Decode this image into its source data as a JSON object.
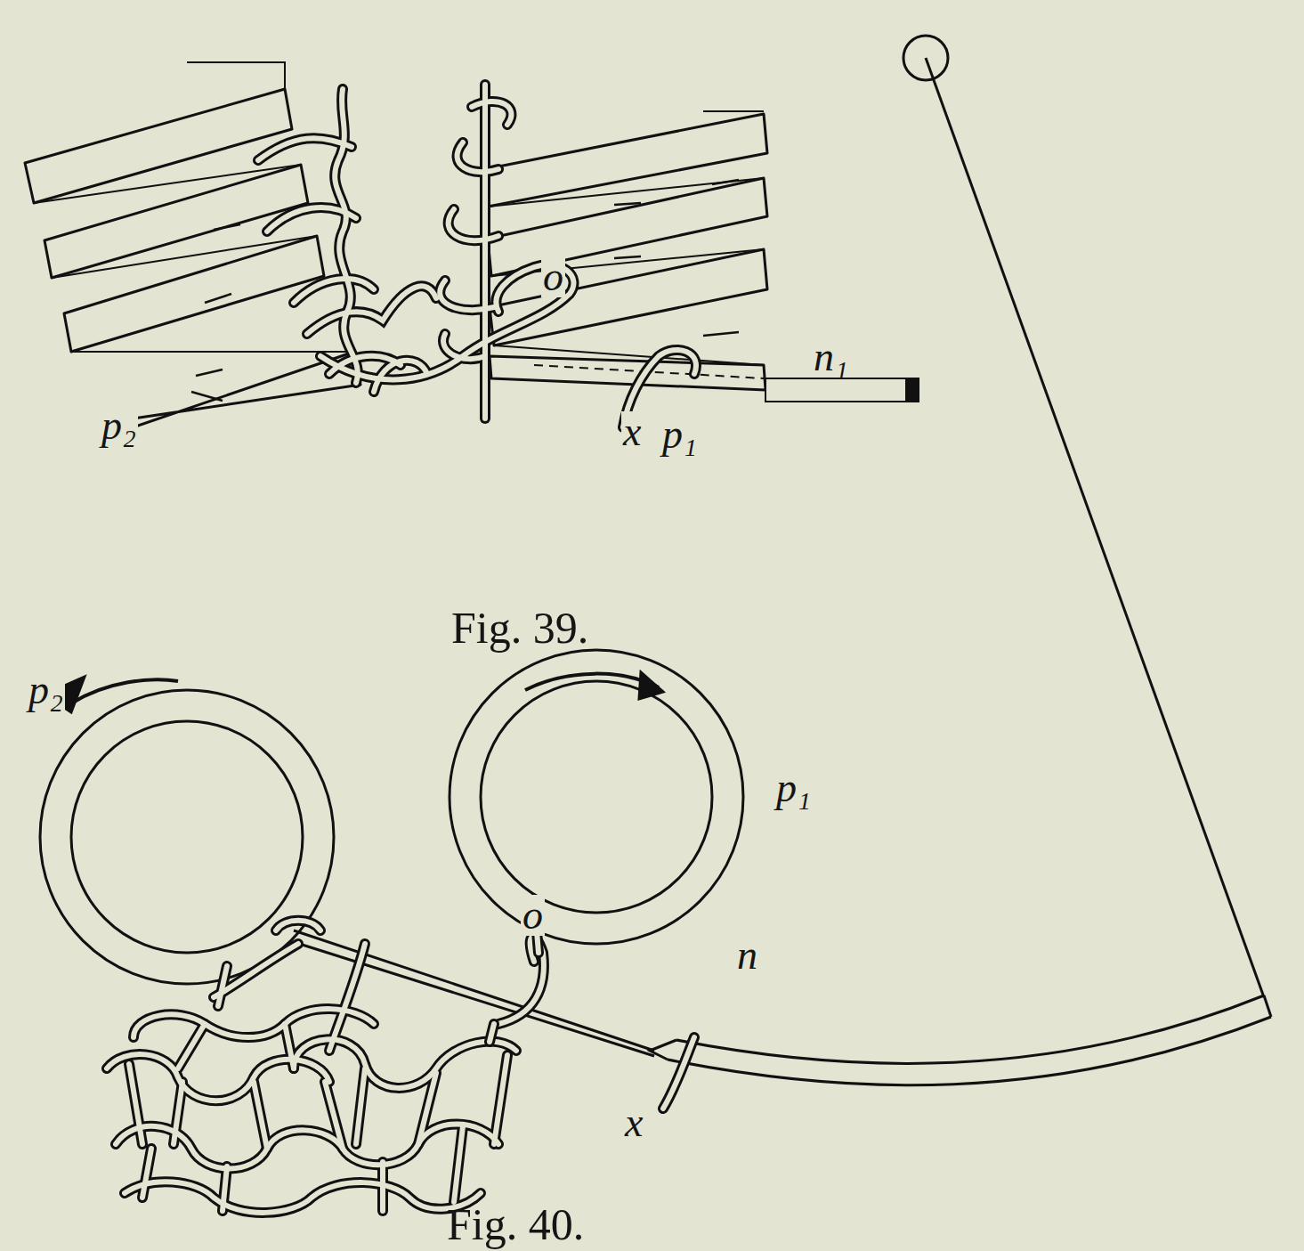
{
  "diagram": {
    "labels": [
      "o",
      "n₁",
      "p₂",
      "x",
      "p₁",
      "Fig. 39.",
      "p₂",
      "p₁",
      "o",
      "n",
      "x",
      "Fig. 40."
    ]
  }
}
